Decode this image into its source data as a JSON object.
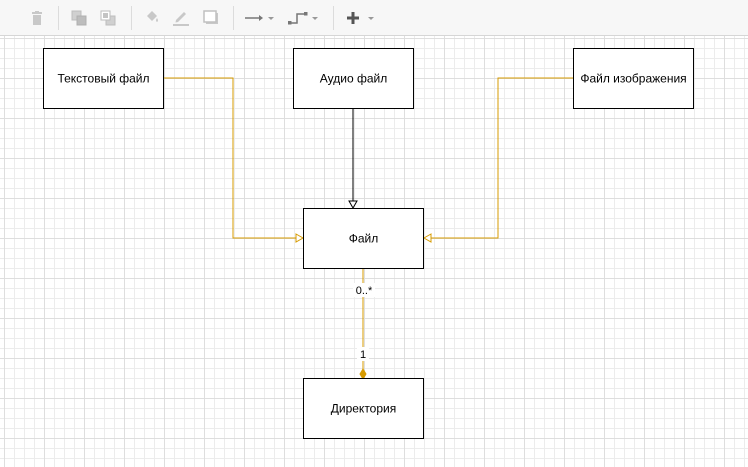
{
  "toolbar": {
    "buttons": [
      {
        "name": "delete",
        "icon": "trash-icon"
      },
      {
        "name": "to-front",
        "icon": "to-front-icon"
      },
      {
        "name": "to-back",
        "icon": "to-back-icon"
      },
      {
        "name": "fill-color",
        "icon": "paint-bucket-icon"
      },
      {
        "name": "line-color",
        "icon": "pencil-icon"
      },
      {
        "name": "shadow",
        "icon": "shadow-icon"
      },
      {
        "name": "connection",
        "icon": "arrow-right-icon"
      },
      {
        "name": "waypoints",
        "icon": "waypoint-icon"
      },
      {
        "name": "insert",
        "icon": "plus-icon"
      }
    ]
  },
  "colors": {
    "edge_inherit_orange": "#d79b00",
    "edge_black": "#000000",
    "node_border": "#000000"
  },
  "diagram": {
    "nodes": {
      "text_file": "Текстовый файл",
      "audio_file": "Аудио файл",
      "image_file": "Файл изображения",
      "file": "Файл",
      "directory": "Директория"
    },
    "edges": {
      "file_directory": {
        "source_label": "0..*",
        "target_label": "1"
      }
    }
  }
}
